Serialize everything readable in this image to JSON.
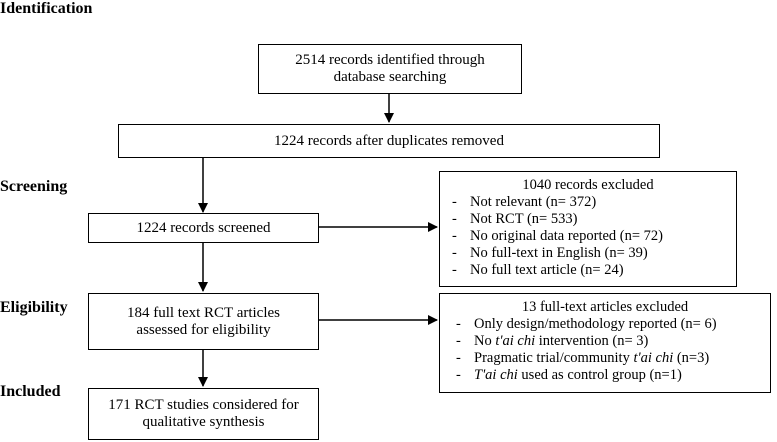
{
  "stage_labels": {
    "identification": "Identification",
    "screening": "Screening",
    "eligibility": "Eligibility",
    "included": "Included"
  },
  "boxes": {
    "identified": [
      "2514 records identified through",
      "database searching"
    ],
    "deduplicated": "1224 records after duplicates removed",
    "screened": "1224 records screened",
    "assessed": [
      "184 full text RCT articles",
      "assessed for eligibility"
    ],
    "included": [
      "171 RCT studies considered for",
      "qualitative synthesis"
    ]
  },
  "excluded_records": {
    "title": "1040 records excluded",
    "items": [
      "Not relevant (n= 372)",
      "Not RCT (n= 533)",
      "No original data reported (n= 72)",
      "No full-text in English (n= 39)",
      "No full text article (n= 24)"
    ]
  },
  "excluded_articles": {
    "title": "13 full-text articles excluded",
    "items": [
      {
        "parts": [
          "Only design/methodology reported  (n= 6)"
        ]
      },
      {
        "parts": [
          "No ",
          "t'ai chi",
          "  intervention (n= 3)"
        ]
      },
      {
        "parts": [
          "Pragmatic trial/community ",
          "t'ai chi",
          " (n=3)"
        ]
      },
      {
        "parts": [
          "T'ai chi",
          " used as control group (n=1)"
        ]
      }
    ]
  }
}
